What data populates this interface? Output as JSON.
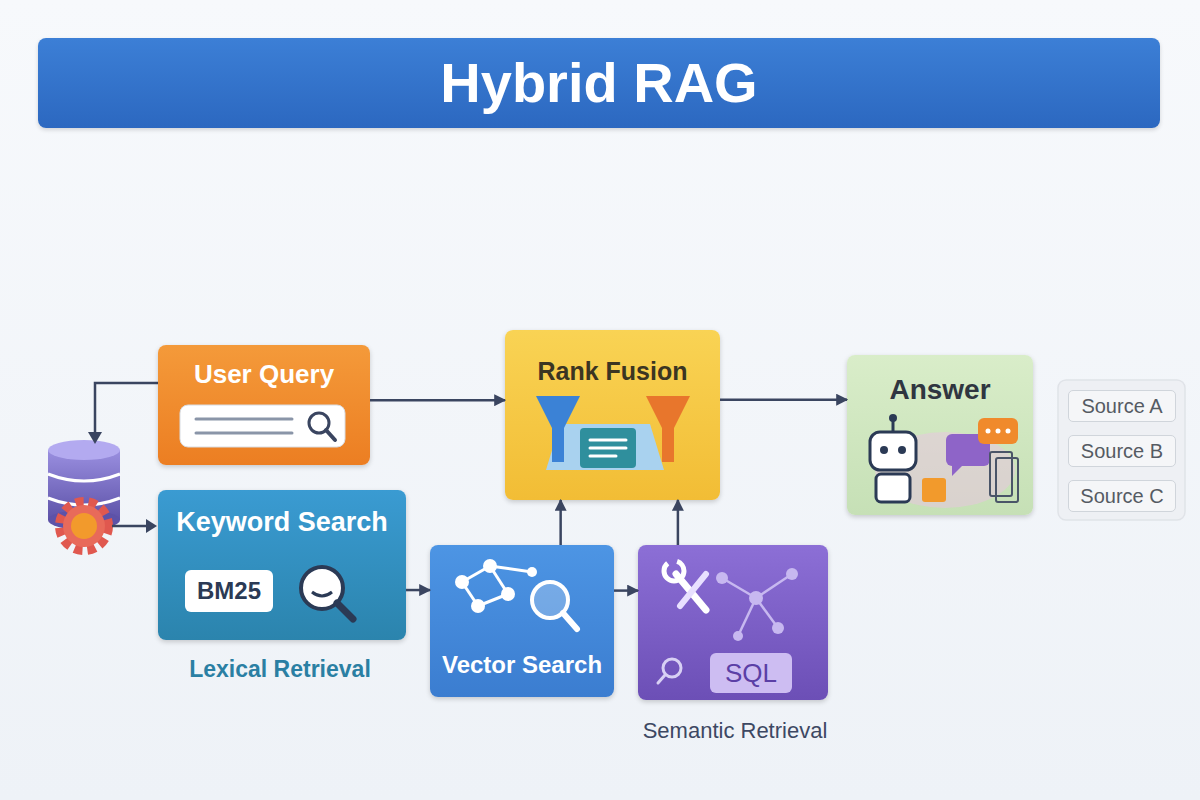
{
  "diagram": {
    "title": "Hybrid RAG",
    "nodes": [
      {
        "text": [
          "User Query"
        ]
      },
      {
        "text": [
          "Keyword Search",
          "BM25"
        ]
      },
      {
        "text": [
          "Vector Search"
        ]
      },
      {
        "text": [
          "SQL"
        ]
      },
      {
        "text": [
          "Rank Fusion"
        ]
      },
      {
        "text": [
          "Answer"
        ]
      },
      {
        "text": [
          "Source A"
        ]
      },
      {
        "text": [
          "Source B"
        ]
      },
      {
        "text": [
          "Source C"
        ]
      }
    ],
    "edges": [
      {
        "from": 0,
        "to": 4,
        "arrow": "to"
      },
      {
        "from": 1,
        "to": 2,
        "arrow": "to"
      },
      {
        "from": 2,
        "to": 3,
        "arrow": "to"
      },
      {
        "from": 2,
        "to": 4,
        "arrow": "to"
      },
      {
        "from": 3,
        "to": 4,
        "arrow": "to"
      },
      {
        "from": 4,
        "to": 5,
        "arrow": "to"
      }
    ],
    "labels": [
      "Lexical Retrieval",
      "Semantic Retrieval"
    ]
  }
}
